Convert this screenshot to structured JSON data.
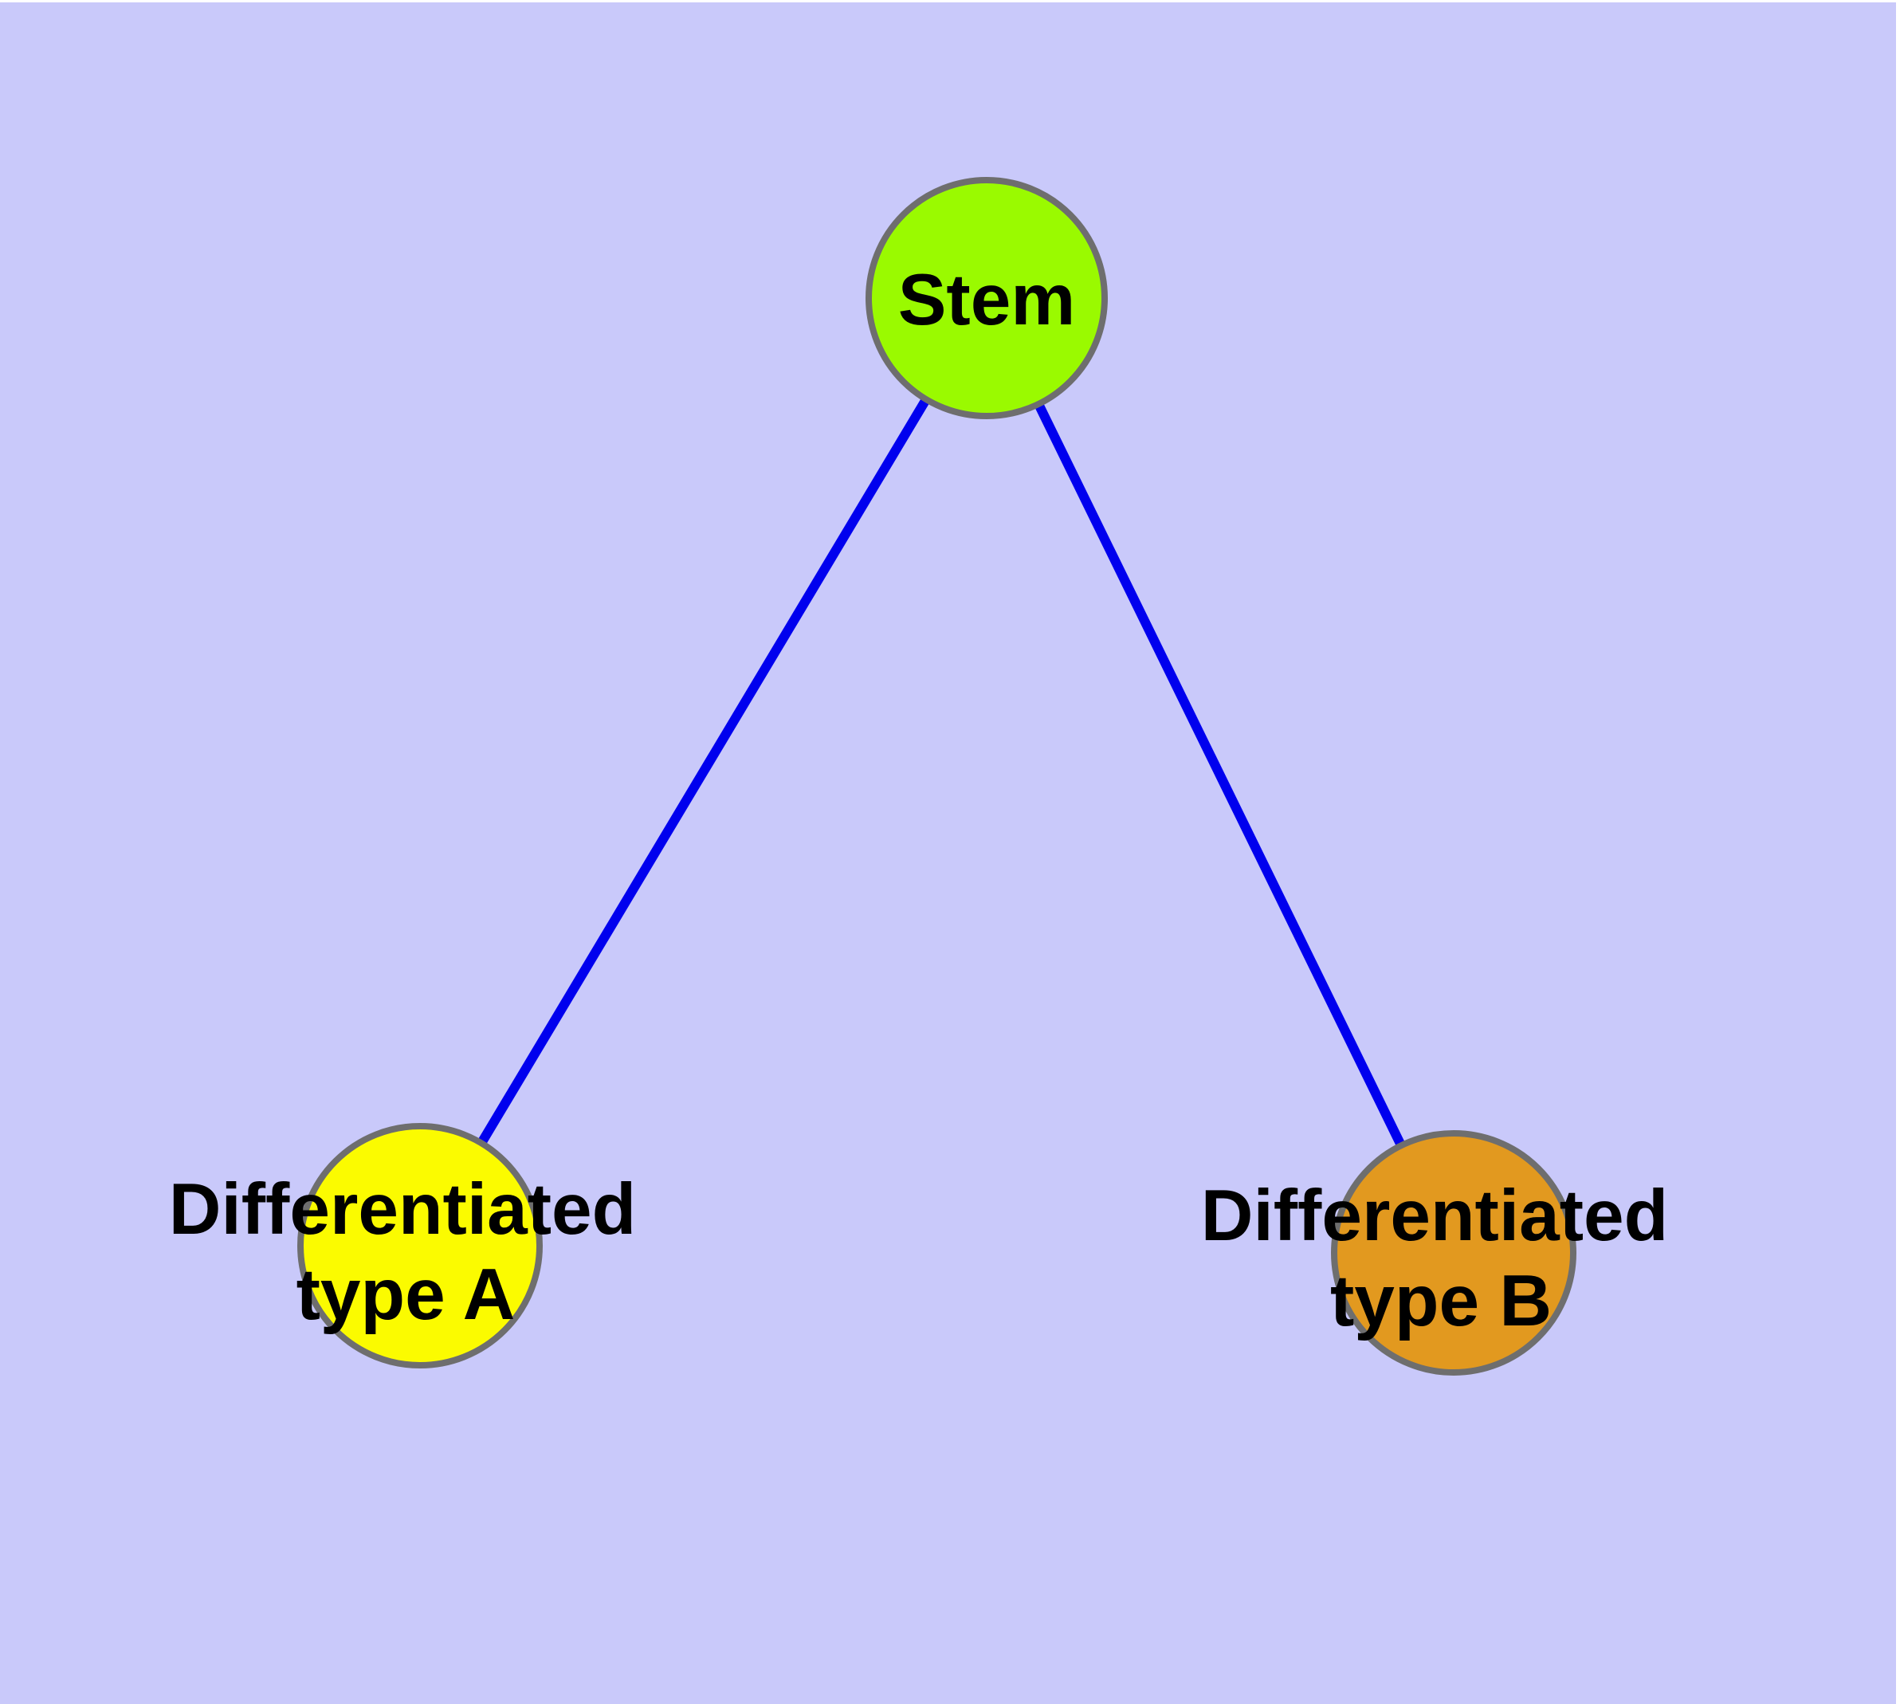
{
  "canvas": {
    "background_color": "#C9C9FA",
    "edge_color": "#0000EE",
    "node_border_color": "#6E6E6E",
    "label_color": "#000000"
  },
  "nodes": {
    "stem": {
      "label": "Stem",
      "fill": "#9AFA00"
    },
    "type_a": {
      "label": "Differentiated type A",
      "label_line1": "Differentiated",
      "label_line2": "type A",
      "fill": "#FBFB00"
    },
    "type_b": {
      "label": "Differentiated type B",
      "label_line1": "Differentiated",
      "label_line2": "type B",
      "fill": "#E2991F"
    }
  },
  "edges": [
    {
      "from": "Stem",
      "to": "Differentiated type A"
    },
    {
      "from": "Stem",
      "to": "Differentiated type B"
    }
  ]
}
